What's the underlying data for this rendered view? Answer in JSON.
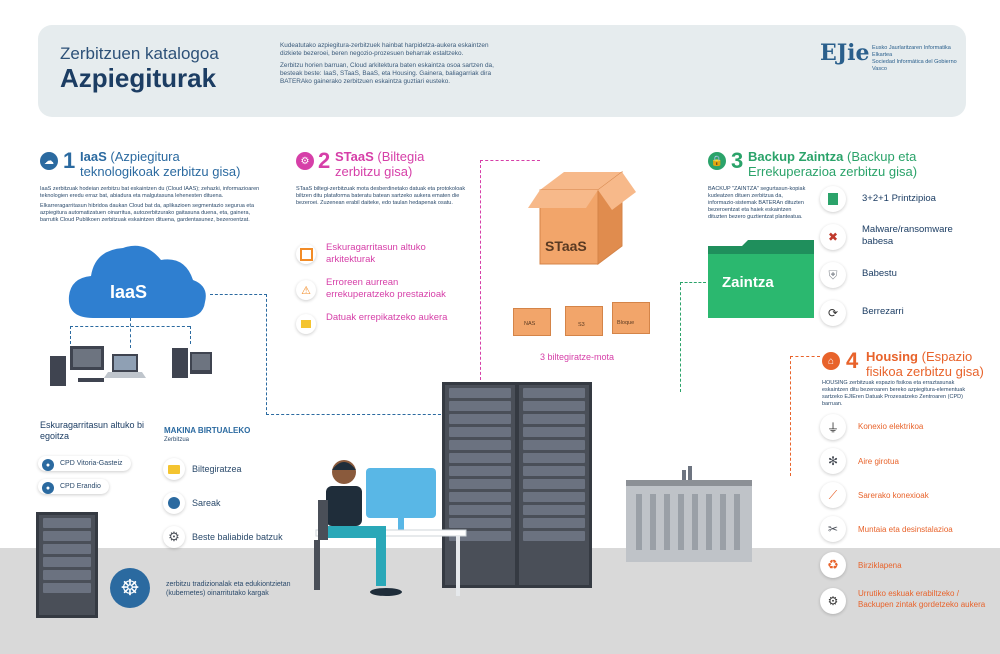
{
  "header": {
    "subtitle": "Zerbitzuen katalogoa",
    "title": "Azpiegiturak",
    "intro_p1": "Kudeatutako azpiegitura-zerbitzuek hainbat harpidetza-aukera eskaintzen dizkiete bezeroei, beren negozio-prozesuen beharrak estaltzeko.",
    "intro_p2": "Zerbitzu horien barruan, Cloud arkitektura baten eskaintza osoa sartzen da, besteak beste: IaaS, STaaS, BaaS, eta Housing. Gainera, baliagarriak dira BATERAko gainerako zerbitzuen eskaintza guztiari eusteko.",
    "logo": "EJie",
    "logo_line1": "Eusko Jaurlaritzaren Informatika Elkartea",
    "logo_line2": "Sociedad Informática del Gobierno Vasco"
  },
  "iaas": {
    "number": "1",
    "title_bold": "IaaS",
    "title_rest": "(Azpiegitura teknologikoak zerbitzu gisa)",
    "desc1": "IaaS zerbitzuak hodeian zerbitzu bat eskaintzen du (Cloud IAAS); zehazki, informazioaren teknologien eredu erraz bat, abiadura eta malgutasuna lehenesten dituena.",
    "desc2": "Elkarreragarritasun hibridoa daukan Cloud bat da, aplikazioen segmentazio segurua eta azpiegitura automatizatuen oinarritua, autozerbitzurako gaitasuna duena, eta, gainera, barrutik Cloud Publikoen zerbitzuak eskaintzen dituena, gardentasunez, bezeroentzat.",
    "cloud_label": "IaaS",
    "availability_title": "Eskuragarritasun altuko bi egoitza",
    "cpd1": "CPD Vitoria-Gasteiz",
    "cpd2": "CPD Erandio",
    "vm_title": "MAKINA BIRTUALEKO",
    "vm_sub": "Zerbitzua",
    "vm_items": [
      "Biltegiratzea",
      "Sareak",
      "Beste baliabide batzuk"
    ],
    "kube_text": "zerbitzu tradizionalak eta edukiontzietan (kubernetes) oinarritutako kargak"
  },
  "staas": {
    "number": "2",
    "title_bold": "STaaS",
    "title_rest": "(Biltegia zerbitzu gisa)",
    "desc": "STaaS biltegi-zerbitzuak mota desberdinetako datuak eta protokoloak biltzen ditu plataforma bateratu batean sartzeko aukera ematen die bezeroei. Zuzenean erabil daiteke, edo taulan hedapenak osatu.",
    "features": [
      "Eskuragarritasun altuko arkitekturak",
      "Erroreen aurrean errekuperatzeko prestazioak",
      "Datuak errepikatzeko aukera"
    ],
    "box_label": "STaaS",
    "small_boxes": [
      "NAS",
      "S3",
      "Bloque"
    ],
    "types_label": "3 biltegiratze-mota"
  },
  "backup": {
    "number": "3",
    "title_bold": "Backup Zaintza",
    "title_rest": "(Backup eta Errekuperazioa zerbitzu gisa)",
    "desc": "BACKUP \"ZAINTZA\" segurtasun-kopiak kudeatzen dituen zerbitzua da, informazio-sistemak BATERAn dituzten bezeroentzat eta haiek eskaintzen dituzten bezero guztientzat planteatua.",
    "folder_label": "Zaintza",
    "items": [
      "3+2+1 Printzipioa",
      "Malware/ransomware babesa",
      "Babestu",
      "Berrezarri"
    ]
  },
  "housing": {
    "number": "4",
    "title_bold": "Housing",
    "title_rest": "(Espazio fisikoa zerbitzu gisa)",
    "desc": "HOUSING zerbitzuak espazio fisikoa eta erraztasunak eskaintzen ditu bezeroaren bereko azpiegitura-elementuak sartzeko EJIEren Datuak Prozesatzeko Zentroaren (CPD) barruan.",
    "items": [
      "Konexio elektrikoa",
      "Aire girotua",
      "Sarerako konexioak",
      "Muntaia eta desinstalazioa",
      "Birziklapena",
      "Urrutiko eskuak erabiltzeko / Backupen zintak gordetzeko aukera"
    ]
  },
  "colors": {
    "iaas": "#2b6aa0",
    "staas": "#d63fa8",
    "backup": "#2ba36a",
    "housing": "#e8632b",
    "navy": "#1c3d63"
  },
  "icons": {
    "iaas": "cloud-gear-icon",
    "staas": "gear-icon",
    "backup": "lock-icon",
    "housing": "house-icon"
  }
}
